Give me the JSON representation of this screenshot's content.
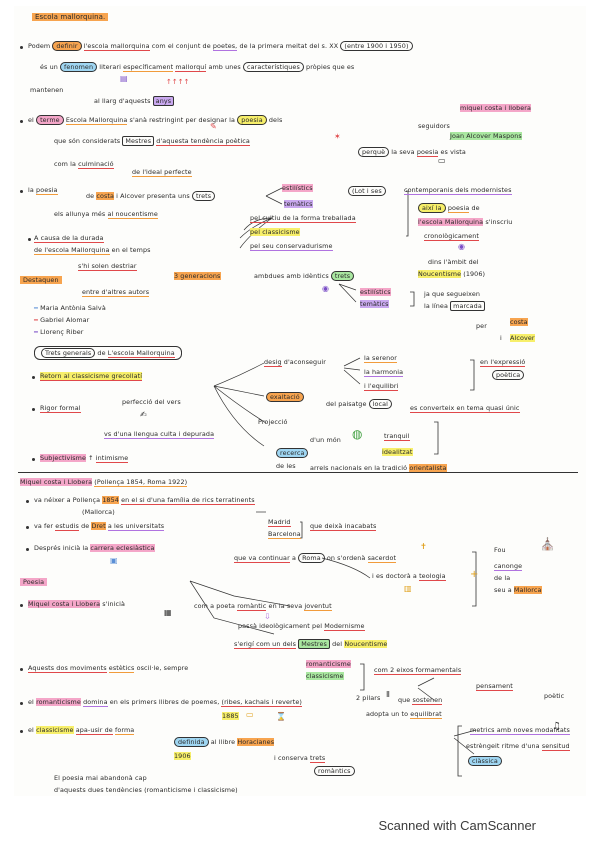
{
  "title": "Escola mallorquina.",
  "lines": {
    "l1a": "Podem",
    "l1b": "definir",
    "l1c": "l'escola mallorquina",
    "l1d": "com el conjunt de",
    "l1e": "poetes,",
    "l1f": "de la primera meitat del s. XX",
    "l1g": "(entre 1900 i 1950)",
    "l2a": "és un",
    "l2b": "fenomen",
    "l2c": "literari",
    "l2d": "específicament",
    "l2e": "mallorquí",
    "l2f": "amb unes",
    "l2g": "característiques",
    "l2h": "pròpies que es",
    "l3a": "mantenen",
    "l3b": "al llarg d'aquests",
    "l3c": "anys",
    "l4a": "el",
    "l4b": "terme",
    "l4c": "Escola Mallorquina",
    "l4d": "s'anà restringint per designar la",
    "l4e": "poesia",
    "l4f": "dels",
    "l4g": "miquel costa i llobera",
    "l5a": "que són considerats",
    "l5b": "Mestres",
    "l5c": "d'aquesta tendència poètica",
    "l5d": "seguidors",
    "l5e": "Joan Alcover Maspons",
    "l6a": "com la",
    "l6b": "culminació",
    "l6c": "de l'ideal perfecte",
    "l6d": "perquè",
    "l6e": "la seva",
    "l6f": "poesia",
    "l6g": "es vista",
    "l7a": "la",
    "l7b": "poesia",
    "l7c": "de",
    "l7d": "costa",
    "l7e": "i Alcover presenta uns",
    "l7f": "trets",
    "l7g": "estilístics",
    "l7h": "temàtics",
    "l7i": "(Lot i ses",
    "l7j": "contemporanis dels modernistes",
    "l8a": "els allunya més",
    "l8b": "al noucentisme",
    "l8c": "pel cultiu de la forma treballada",
    "l8d": "així la",
    "l8e": "poesia",
    "l8f": "de",
    "l9a": "pel classicisme",
    "l9b": "l'escola Mallorquina",
    "l9c": "s'inscriu",
    "l10a": "A causa de la durada",
    "l10b": "de l'escola Mallorquina",
    "l10c": "en el temps",
    "l10d": "pel seu conservadurisme",
    "l10e": "cronològicament",
    "l11a": "s'hi solen destriar",
    "l11b": "dins l'àmbit del",
    "l12a": "3 generacions",
    "l12b": "ambdues amb idèntics",
    "l12c": "trets",
    "l12d": "Noucentisme",
    "l12e": "(1906)",
    "l13a": "Destaquen",
    "l13b": "entre d'altres autors",
    "l14a": "estilístics",
    "l14b": "ja que segueixen",
    "l15a": "Maria Antònia Salvà",
    "l15b": "temàtics",
    "l15c": "la línea",
    "l15d": "marcada",
    "l16a": "Gabriel Alomar",
    "l16b": "per",
    "l16c": "costa",
    "l17a": "Llorenç Riber",
    "l17b": "i",
    "l17c": "Alcover",
    "l18a": "Trets generals",
    "l18b": "de",
    "l18c": "L'escola Mallorquina",
    "l19a": "desig",
    "l19b": "d'aconseguir",
    "l19c": "la serenor",
    "l19d": "en l'expressió",
    "l20a": "Retorn al classicisme grecollatí",
    "l20b": "la harmonia",
    "l20c": "poètica",
    "l21a": "i l'equilibri",
    "l22a": "Rigor formal",
    "l22b": "perfecció del vers",
    "l22c": "exaltació",
    "l22d": "del paisatge",
    "l22e": "local",
    "l22f": "es converteix en tema quasi únic",
    "l23a": "Projecció",
    "l24a": "vs d'una llengua culta i depurada",
    "l24b": "d'un món",
    "l24c": "tranquil",
    "l25a": "idealitzat",
    "l26a": "Subjectivisme",
    "l26b": "intimisme",
    "l26c": "recerca",
    "l26d": "de les",
    "l26e": "arrels nacionals en la tradició",
    "l26f": "orientalista",
    "l27a": "Miquel costa i Llobera",
    "l27b": "(Pollença 1854, Roma 1922)",
    "l28a": "va néixer a Pollença",
    "l28b": "1854",
    "l28c": "en el si d'una família de rics terratinents",
    "l29a": "(Mallorca)",
    "l30a": "va fer",
    "l30b": "estudis",
    "l30c": "de",
    "l30d": "Dret",
    "l30e": "a les universitats",
    "l30f": "Madrid",
    "l30g": "que deixà inacabats",
    "l31a": "Barcelona",
    "l32a": "Després inicià la",
    "l32b": "carrera eclesiàstica",
    "l32c": "que va continuar",
    "l32d": "a",
    "l32e": "Roma",
    "l32f": "on s'ordenà",
    "l32g": "sacerdot",
    "l32h": "Fou",
    "l33a": "canonge",
    "l34a": "i es doctorà",
    "l34b": "a",
    "l34c": "teologia",
    "l34d": "de la",
    "l35a": "Poesia",
    "l35b": "seu a",
    "l35c": "Mallorca",
    "l36a": "Miquel costa i Llobera",
    "l36b": "s'inicià",
    "l36c": "com a poeta",
    "l36d": "romàntic",
    "l36e": "en la seva",
    "l36f": "joventut",
    "l37a": "passà ideològicament pel",
    "l37b": "Modernisme",
    "l38a": "s'erigí com un dels",
    "l38b": "Mestres",
    "l38c": "del",
    "l38d": "Noucentisme",
    "l39a": "Aquests dos moviments",
    "l39b": "estètics",
    "l39c": "oscil·le, sempre",
    "l39d": "romanticisme",
    "l39e": "com 2 eixos formamentals",
    "l40a": "classicisme",
    "l41a": "el",
    "l41b": "romanticisme",
    "l41c": "domina",
    "l41d": "en els primers llibres de poemes,",
    "l41e": "(ribes, kachals i reverte)",
    "l41f": "2 pilars",
    "l41g": "que",
    "l41h": "sostenen",
    "l41i": "pensament",
    "l41j": "poètic",
    "l42a": "1885",
    "l42b": "adopta un to",
    "l42c": "equilibrat",
    "l43a": "el",
    "l43b": "classicisme",
    "l43c": "apa-usir de",
    "l43d": "forma",
    "l43e": "definida",
    "l43f": "al llibre",
    "l43g": "Horacianes",
    "l43h": "metrics amb noves modalitats",
    "l44a": "1906",
    "l44b": "i conserva",
    "l44c": "trets",
    "l44d": "romàntics",
    "l44e": "estrèngeit ritme d'una",
    "l44f": "sensitud",
    "l44g": "clàssica",
    "l45a": "El poesia mai abandonà cap",
    "l46a": "d'aquests dues tendències (romanticisme i classicisme)"
  },
  "footer": "Scanned with CamScanner",
  "colors": {
    "orange": "#f7a44f",
    "pink": "#f4a6c8",
    "yellow": "#f7ef6a",
    "green": "#a9e7a0",
    "blue": "#9fd6f2",
    "violet": "#c9a8ef",
    "red": "#e0484a"
  },
  "icons": {
    "star": "star-icon",
    "pencil": "pencil-icon",
    "book": "book-icon",
    "globe": "globe-icon",
    "cross": "cross-icon",
    "cathedral": "cathedral-icon",
    "column": "column-icon",
    "hourglass": "hourglass-icon"
  }
}
